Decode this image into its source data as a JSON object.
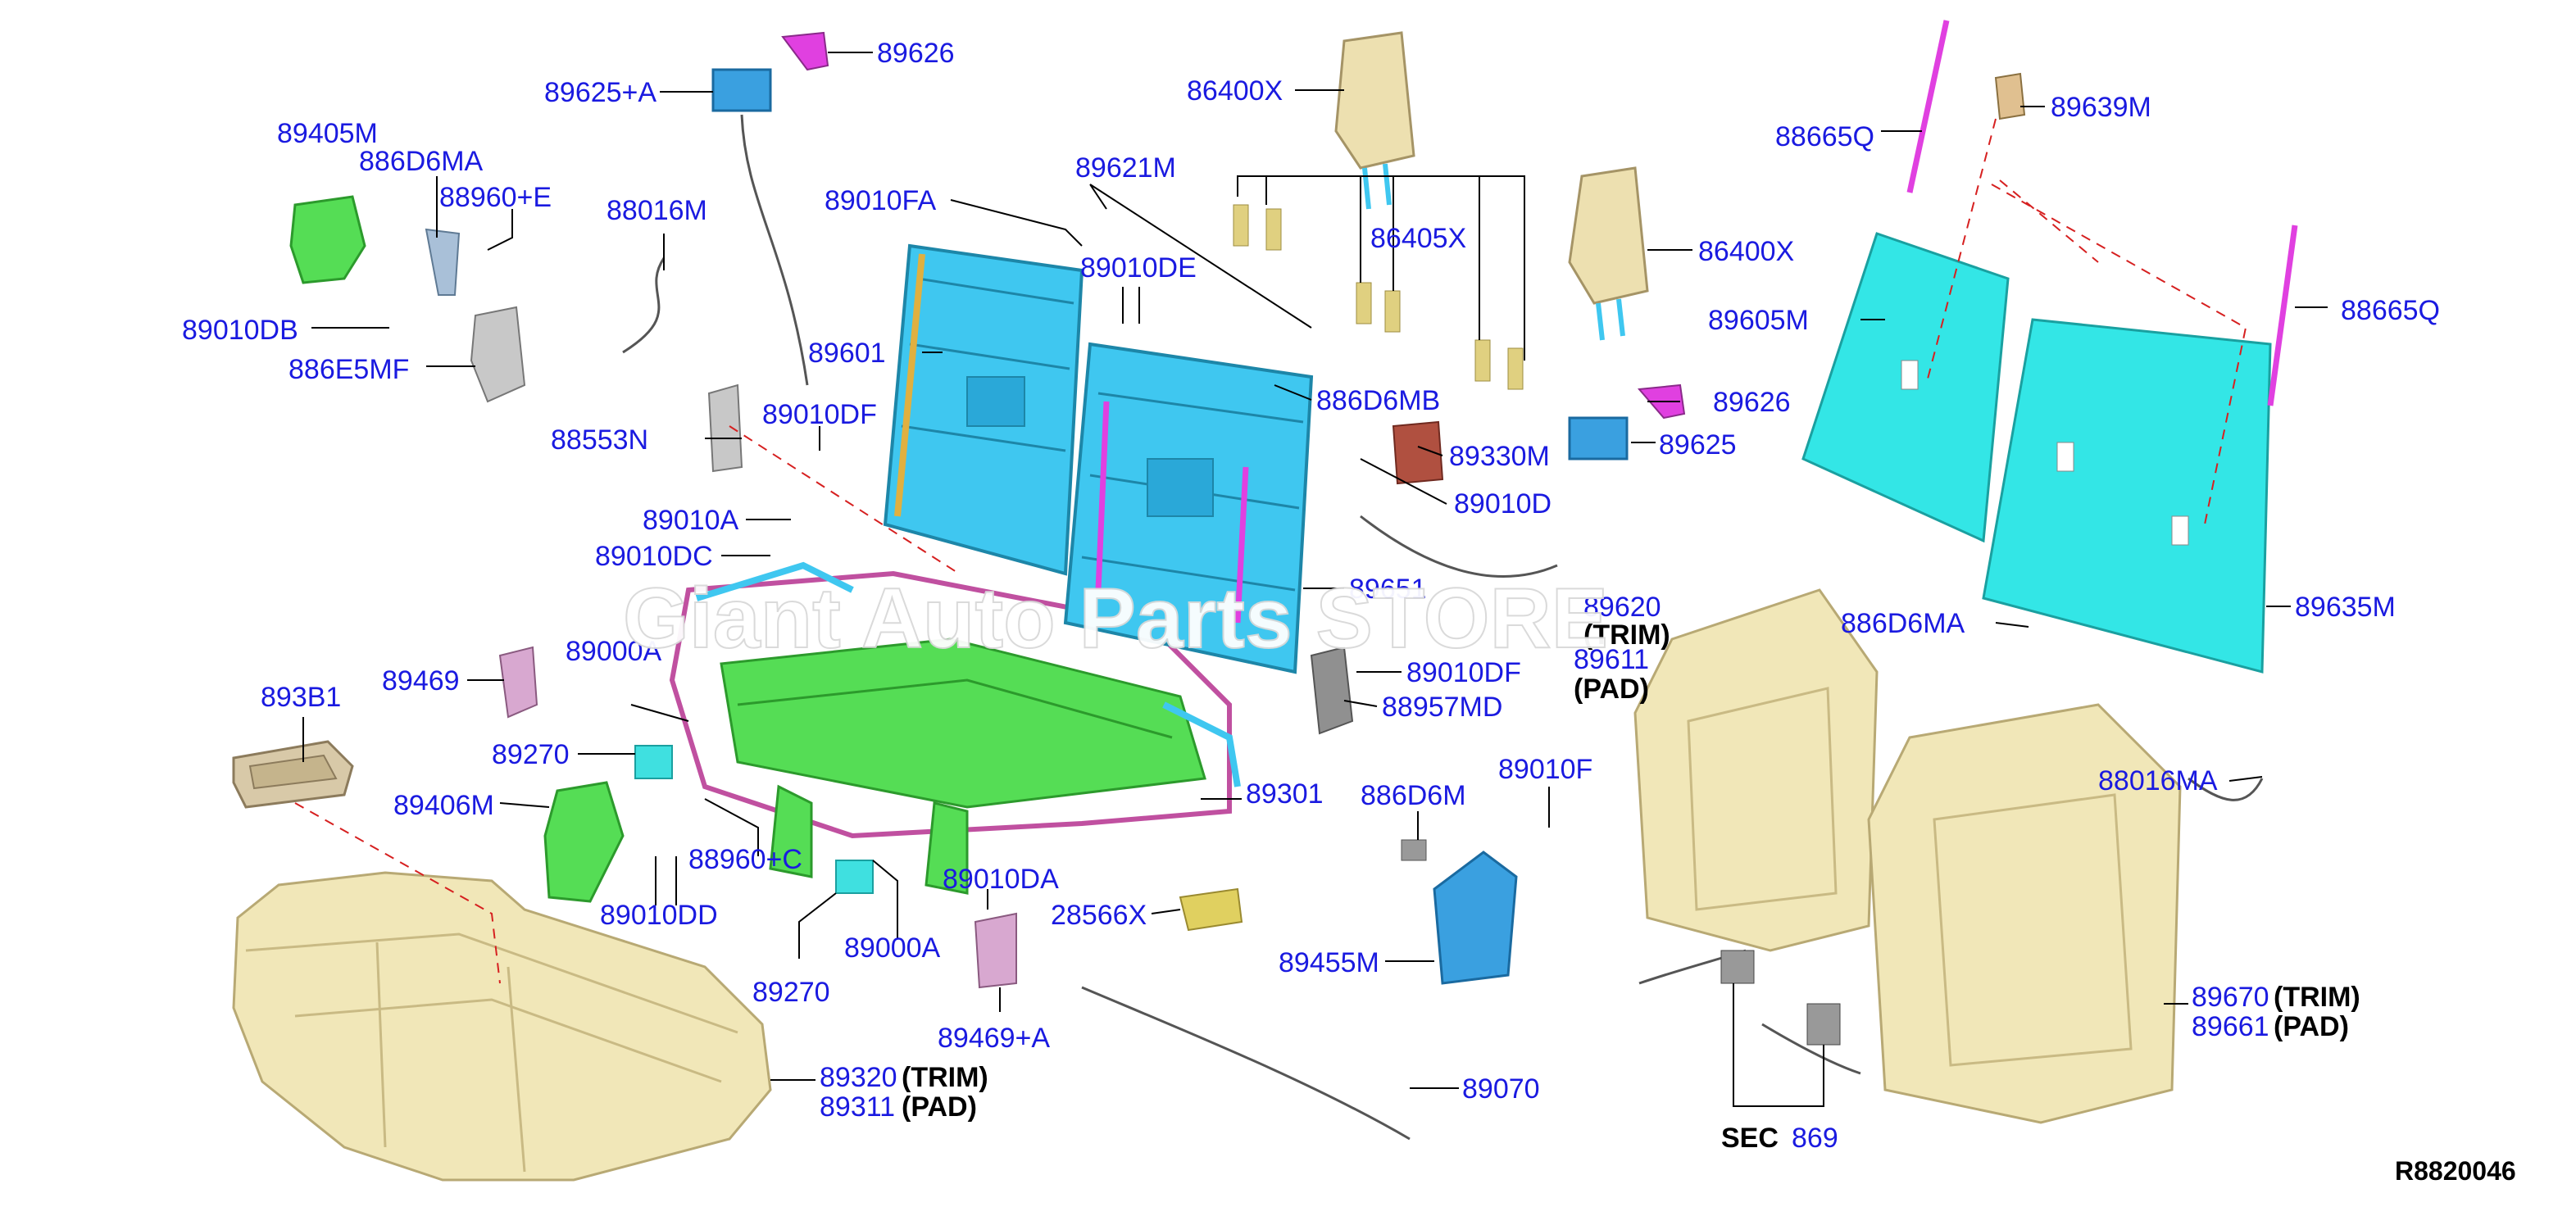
{
  "diagram": {
    "labels": {
      "p89626a": "89626",
      "p89625a": "89625+A",
      "p89405m": "89405M",
      "p886d6ma": "886D6MA",
      "p88960e": "88960+E",
      "p88016m": "88016M",
      "p89010db": "89010DB",
      "p886e5mf": "886E5MF",
      "p88553n": "88553N",
      "p89010df_a": "89010DF",
      "p89010a": "89010A",
      "p89010dc": "89010DC",
      "p89000a_top": "89000A",
      "p89469": "89469",
      "p893b1": "893B1",
      "p89270a": "89270",
      "p89406m": "89406M",
      "p88960c": "88960+C",
      "p89010dd": "89010DD",
      "p89270b": "89270",
      "p89000a": "89000A",
      "p89010da": "89010DA",
      "p28566x": "28566X",
      "p89469a": "89469+A",
      "p89320": "89320",
      "p89311": "89311",
      "p89070": "89070",
      "p89010fa": "89010FA",
      "p89621m": "89621M",
      "p89010de": "89010DE",
      "p89601": "89601",
      "p86400x_a": "86400X",
      "p86405x": "86405X",
      "p886d6mb": "886D6MB",
      "p89330m": "89330M",
      "p89010d": "89010D",
      "p89651": "89651",
      "p89010df_b": "89010DF",
      "p88957md": "88957MD",
      "p89301": "89301",
      "p886d6m": "886D6M",
      "p89010f": "89010F",
      "p89455m": "89455M",
      "p86400x_b": "86400X",
      "p89626b": "89626",
      "p89625": "89625",
      "p88665q_a": "88665Q",
      "p89639m": "89639M",
      "p89605m": "89605M",
      "p88665q_b": "88665Q",
      "p89635m": "89635M",
      "p89620": "89620",
      "p89611": "89611",
      "p886d6ma_b": "886D6MA",
      "p88016ma": "88016MA",
      "p89670": "89670",
      "p89661": "89661",
      "p_sec": "SEC",
      "p_sec_num": "869"
    },
    "suffix": {
      "trim": "(TRIM)",
      "pad": "(PAD)"
    },
    "reference_code": "R8820046",
    "watermark": "Giant Auto Parts STORE"
  },
  "colors": {
    "label": "#1a1ae0",
    "frame_cyan": "#3fc7f0",
    "frame_green": "#55dd55",
    "pad_beige": "#f1e7b8",
    "panel_cyan": "#33e6e6",
    "bracket_magenta": "#e040e0",
    "bracket_green": "#33bb33",
    "headrest_beige": "#ede0b0",
    "cover_blue": "#3aa0e0",
    "leader_red": "#d62020"
  }
}
